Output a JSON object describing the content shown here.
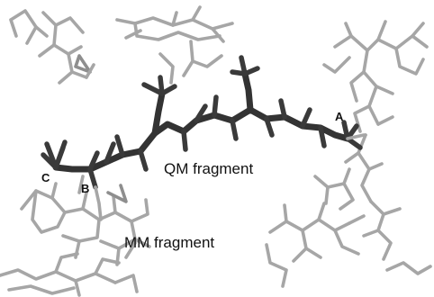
{
  "labels": {
    "qm_fragment": "QM fragment",
    "mm_fragment": "MM fragment",
    "atom_a": "A",
    "atom_b": "B",
    "atom_c": "C"
  },
  "colors": {
    "qm_bonds": "#333333",
    "mm_bonds": "#a6a6a6",
    "background": "#ffffff"
  }
}
